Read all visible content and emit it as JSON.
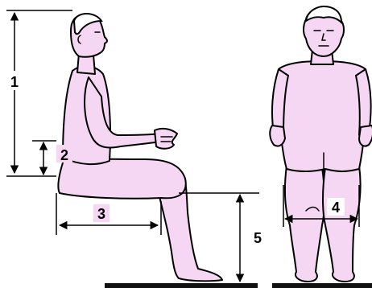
{
  "labels": {
    "dim1": "1",
    "dim2": "2",
    "dim3": "3",
    "dim4": "4",
    "dim5": "5"
  },
  "colors": {
    "skin": "#f5d6f3",
    "outline": "#000000",
    "background": "#ffffff"
  }
}
